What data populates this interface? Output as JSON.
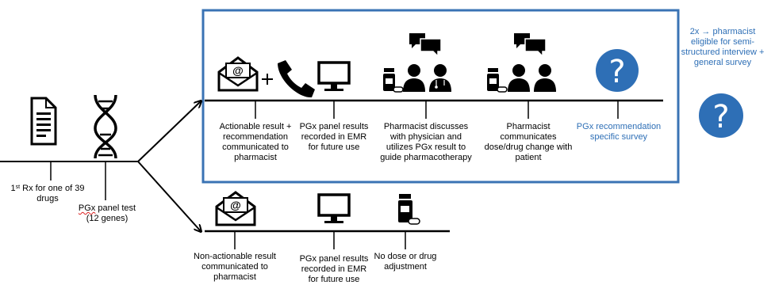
{
  "colors": {
    "accent": "#2e6fb6",
    "line": "#000000",
    "box_border": "#3a73b4"
  },
  "start": {
    "rx_label_prefix": "1",
    "rx_label_sup": "st",
    "rx_label_rest": " Rx for one of 39\ndrugs",
    "pgx_word": "PGx",
    "pgx_label_rest": " panel test\n(12 genes)",
    "icons": [
      "document-icon",
      "dna-icon"
    ]
  },
  "upper_path": {
    "steps": [
      {
        "id": "actionable",
        "label": "Actionable result +\nrecommendation\ncommunicated to\npharmacist",
        "icons": [
          "email-icon",
          "plus-icon",
          "phone-icon"
        ]
      },
      {
        "id": "emr",
        "label": "PGx panel results\nrecorded in EMR\nfor future use",
        "icons": [
          "monitor-icon"
        ]
      },
      {
        "id": "discuss",
        "label": "Pharmacist discusses\nwith physician and\nutilizes PGx result to\nguide pharmacotherapy",
        "icons": [
          "chat-bubbles-icon",
          "medication-bottle-icon",
          "pharmacist-icon",
          "physician-icon"
        ]
      },
      {
        "id": "communicate",
        "label": "Pharmacist\ncommunicates\ndose/drug change with\npatient",
        "icons": [
          "chat-bubbles-icon",
          "medication-bottle-icon",
          "pharmacist-icon",
          "patient-icon"
        ]
      },
      {
        "id": "survey",
        "label": "PGx recommendation\nspecific survey",
        "icons": [
          "question-circle-icon"
        ]
      }
    ]
  },
  "side_note": {
    "label": "2x → pharmacist\neligible for semi-\nstructured interview +\ngeneral survey",
    "icon": "question-circle-icon"
  },
  "lower_path": {
    "steps": [
      {
        "id": "nonactionable",
        "label": "Non-actionable result\ncommunicated to\npharmacist",
        "icons": [
          "email-icon"
        ]
      },
      {
        "id": "emr2",
        "label": "PGx panel results\nrecorded in EMR\nfor future use",
        "icons": [
          "monitor-icon"
        ]
      },
      {
        "id": "nochange",
        "label": "No dose or drug\nadjustment",
        "icons": [
          "medication-bottle-icon"
        ]
      }
    ]
  }
}
